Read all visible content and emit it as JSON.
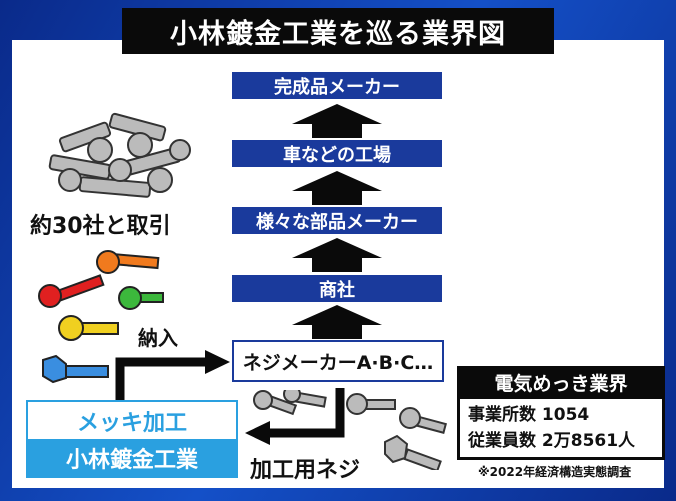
{
  "title": "小林鍍金工業を巡る業界図",
  "chain": [
    "完成品メーカー",
    "車などの工場",
    "様々な部品メーカー",
    "商社"
  ],
  "maker": "ネジメーカーA·B·C…",
  "left_label": "約30社と取引",
  "deliver_label": "納入",
  "screw_label": "加工用ネジ",
  "plate": {
    "service": "メッキ加工",
    "company": "小林鍍金工業"
  },
  "stats": {
    "heading": "電気めっき業界",
    "rows": [
      "事業所数 1054",
      "従業員数 2万8561人"
    ],
    "note": "※2022年経済構造実態調査"
  },
  "colors": {
    "navy": "#1a3a9c",
    "cyan": "#2aa0e0",
    "background": "#1450c8"
  }
}
